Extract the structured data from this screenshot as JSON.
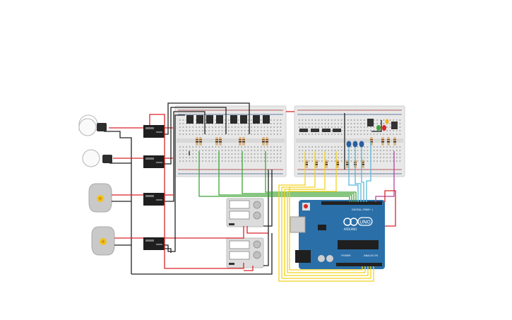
{
  "arduino": {
    "brand_label": "UNO",
    "maker_label": "ARDUINO",
    "digital_header_label": "DIGITAL (PWM~)",
    "analog_header_label": "ANALOG IN",
    "power_header_label": "POWER"
  },
  "components": {
    "bulbs": 2,
    "fans": 2,
    "relays": 4,
    "transistors": 10,
    "leds": [
      "green",
      "red",
      "yellow"
    ],
    "capacitors": 3,
    "batteries": 2
  },
  "colors": {
    "board": "#2a6fa8",
    "breadboard": "#e8e8e8",
    "wire_red": "#d9252a",
    "wire_black": "#222222",
    "wire_green": "#3fa535",
    "wire_yellow": "#f2d21e",
    "wire_cyan": "#5bb8d8",
    "wire_magenta": "#b8449a"
  }
}
